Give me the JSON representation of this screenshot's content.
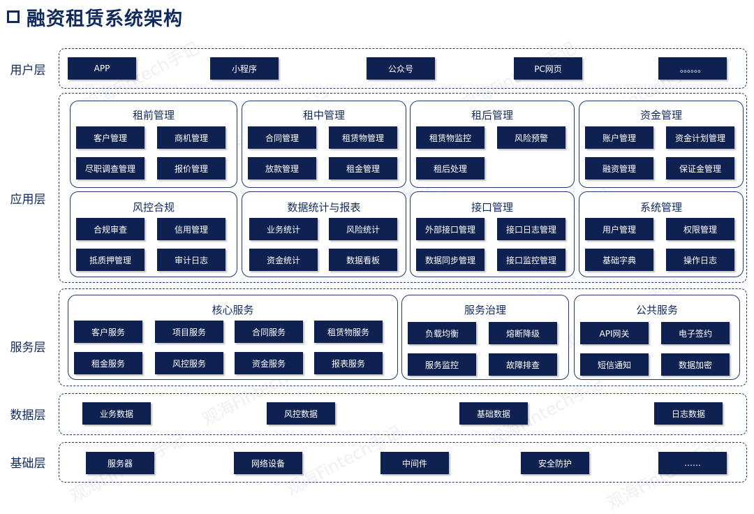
{
  "title": "融资租赁系统架构",
  "watermark": "观海Fintech手记",
  "layers": {
    "user": {
      "label": "用户层",
      "items": [
        "APP",
        "小程序",
        "公众号",
        "PC网页",
        "。。。。。。"
      ]
    },
    "app": {
      "label": "应用层",
      "groups": [
        {
          "title": "租前管理",
          "items": [
            "客户管理",
            "商机管理",
            "尽职调查管理",
            "报价管理"
          ]
        },
        {
          "title": "租中管理",
          "items": [
            "合同管理",
            "租赁物管理",
            "放款管理",
            "租金管理"
          ]
        },
        {
          "title": "租后管理",
          "items": [
            "租赁物监控",
            "风险预警",
            "租后处理"
          ]
        },
        {
          "title": "资金管理",
          "items": [
            "账户管理",
            "资金计划管理",
            "融资管理",
            "保证金管理"
          ]
        },
        {
          "title": "风控合规",
          "items": [
            "合规审查",
            "信用管理",
            "抵质押管理",
            "审计日志"
          ]
        },
        {
          "title": "数据统计与报表",
          "items": [
            "业务统计",
            "风险统计",
            "资金统计",
            "数据看板"
          ]
        },
        {
          "title": "接口管理",
          "items": [
            "外部接口管理",
            "接口日志管理",
            "数据同步管理",
            "接口监控管理"
          ]
        },
        {
          "title": "系统管理",
          "items": [
            "用户管理",
            "权限管理",
            "基础字典",
            "操作日志"
          ]
        }
      ]
    },
    "service": {
      "label": "服务层",
      "groups": [
        {
          "title": "核心服务",
          "items": [
            "客户服务",
            "项目服务",
            "合同服务",
            "租赁物服务",
            "租金服务",
            "风控服务",
            "资金服务",
            "报表服务"
          ]
        },
        {
          "title": "服务治理",
          "items": [
            "负载均衡",
            "熔断降级",
            "服务监控",
            "故障排查"
          ]
        },
        {
          "title": "公共服务",
          "items": [
            "API网关",
            "电子签约",
            "短信通知",
            "数据加密"
          ]
        }
      ]
    },
    "data": {
      "label": "数据层",
      "items": [
        "业务数据",
        "风控数据",
        "基础数据",
        "日志数据"
      ]
    },
    "infra": {
      "label": "基础层",
      "items": [
        "服务器",
        "网络设备",
        "中间件",
        "安全防护",
        "……"
      ]
    }
  }
}
